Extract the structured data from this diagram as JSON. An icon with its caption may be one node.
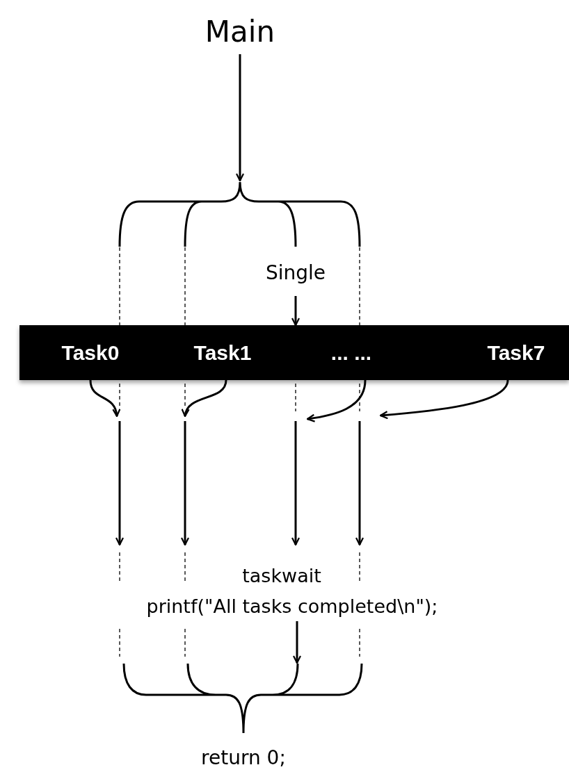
{
  "diagram": {
    "nodes": [
      {
        "text": [
          "Main"
        ]
      },
      {
        "text": [],
        "shape": "bracket"
      },
      {
        "text": [
          "Single"
        ]
      },
      {
        "text": [],
        "shape": "bar"
      },
      {
        "text": [
          "Task0"
        ],
        "in": 3
      },
      {
        "text": [
          "Task1"
        ],
        "in": 3
      },
      {
        "text": [
          "... ..."
        ],
        "in": 3
      },
      {
        "text": [
          "Task7"
        ],
        "in": 3
      },
      {
        "text": [
          "printf(\"All tasks completed\\n\");"
        ]
      },
      {
        "text": [],
        "shape": "bracket"
      }
    ],
    "edges": [
      {
        "from": 0,
        "to": 1,
        "arrow": "to"
      },
      {
        "from": 1,
        "to": 3,
        "arrow": "none",
        "style": "dashed"
      },
      {
        "from": 1,
        "to": 3,
        "arrow": "none",
        "style": "dashed"
      },
      {
        "from": 1,
        "to": 3,
        "arrow": "none",
        "style": "dashed"
      },
      {
        "from": 2,
        "to": 3,
        "arrow": "to"
      },
      {
        "from": 4,
        "to": null,
        "arrow": "to"
      },
      {
        "from": 5,
        "to": null,
        "arrow": "to"
      },
      {
        "from": 6,
        "to": null,
        "arrow": "to"
      },
      {
        "from": 7,
        "to": null,
        "arrow": "to"
      },
      {
        "from": 8,
        "to": 9,
        "arrow": "to"
      }
    ],
    "labels": [
      "taskwait",
      "return 0;"
    ]
  }
}
